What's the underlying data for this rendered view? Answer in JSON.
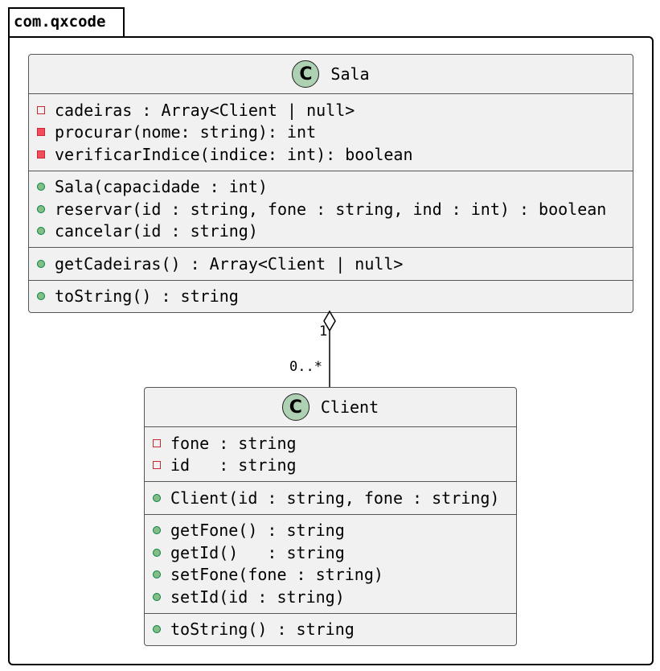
{
  "package": {
    "name": "com.qxcode"
  },
  "classes": [
    {
      "name": "Sala",
      "badge": "C",
      "sections": [
        [
          {
            "vis": "private",
            "text": "cadeiras : Array<Client | null>"
          },
          {
            "vis": "private-filled",
            "text": "procurar(nome: string): int"
          },
          {
            "vis": "private-filled",
            "text": "verificarIndice(indice: int): boolean"
          }
        ],
        [
          {
            "vis": "public",
            "text": "Sala(capacidade : int)"
          },
          {
            "vis": "public",
            "text": "reservar(id : string, fone : string, ind : int) : boolean"
          },
          {
            "vis": "public",
            "text": "cancelar(id : string)"
          }
        ],
        [
          {
            "vis": "public",
            "text": "getCadeiras() : Array<Client | null>"
          }
        ],
        [
          {
            "vis": "public",
            "text": "toString() : string"
          }
        ]
      ]
    },
    {
      "name": "Client",
      "badge": "C",
      "sections": [
        [
          {
            "vis": "private",
            "text": "fone : string"
          },
          {
            "vis": "private",
            "text": "id   : string"
          }
        ],
        [
          {
            "vis": "public",
            "text": "Client(id : string, fone : string)"
          }
        ],
        [
          {
            "vis": "public",
            "text": "getFone() : string"
          },
          {
            "vis": "public",
            "text": "getId()   : string"
          },
          {
            "vis": "public",
            "text": "setFone(fone : string)"
          },
          {
            "vis": "public",
            "text": "setId(id : string)"
          }
        ],
        [
          {
            "vis": "public",
            "text": "toString() : string"
          }
        ]
      ]
    }
  ],
  "relation": {
    "type": "aggregation",
    "source_multiplicity": "1",
    "target_multiplicity": "0..*"
  }
}
